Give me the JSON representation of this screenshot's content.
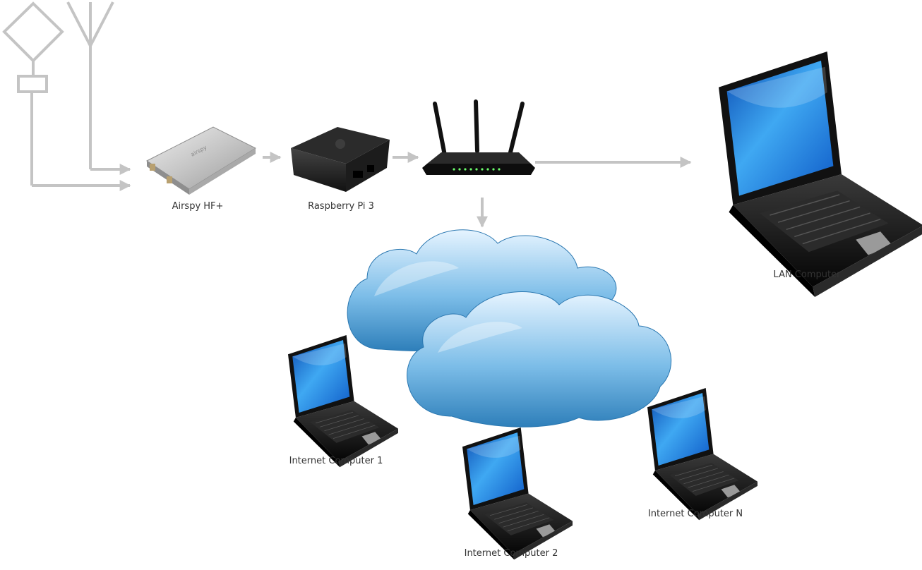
{
  "diagram": {
    "nodes": {
      "airspy": {
        "label": "Airspy HF+"
      },
      "raspberry_pi": {
        "label": "Raspberry Pi 3"
      },
      "router": {
        "label": ""
      },
      "lan_computer": {
        "label": "LAN Computer"
      },
      "internet_computer_1": {
        "label": "Internet Computer 1"
      },
      "internet_computer_2": {
        "label": "Internet Computer 2"
      },
      "internet_computer_n": {
        "label": "Internet Computer N"
      }
    },
    "edges": [
      {
        "from": "loop-antenna",
        "to": "airspy"
      },
      {
        "from": "dipole-antenna",
        "to": "airspy"
      },
      {
        "from": "airspy",
        "to": "raspberry_pi"
      },
      {
        "from": "raspberry_pi",
        "to": "router"
      },
      {
        "from": "router",
        "to": "lan_computer"
      },
      {
        "from": "router",
        "to": "internet_cloud"
      }
    ],
    "colors": {
      "connector": "#c4c4c4",
      "screen_blue": "#1a78d8",
      "cloud_blue": "#4d9fd3",
      "device_black": "#1a1a1a",
      "device_silver": "#c9c9c9",
      "led_green": "#6cff6c"
    }
  }
}
